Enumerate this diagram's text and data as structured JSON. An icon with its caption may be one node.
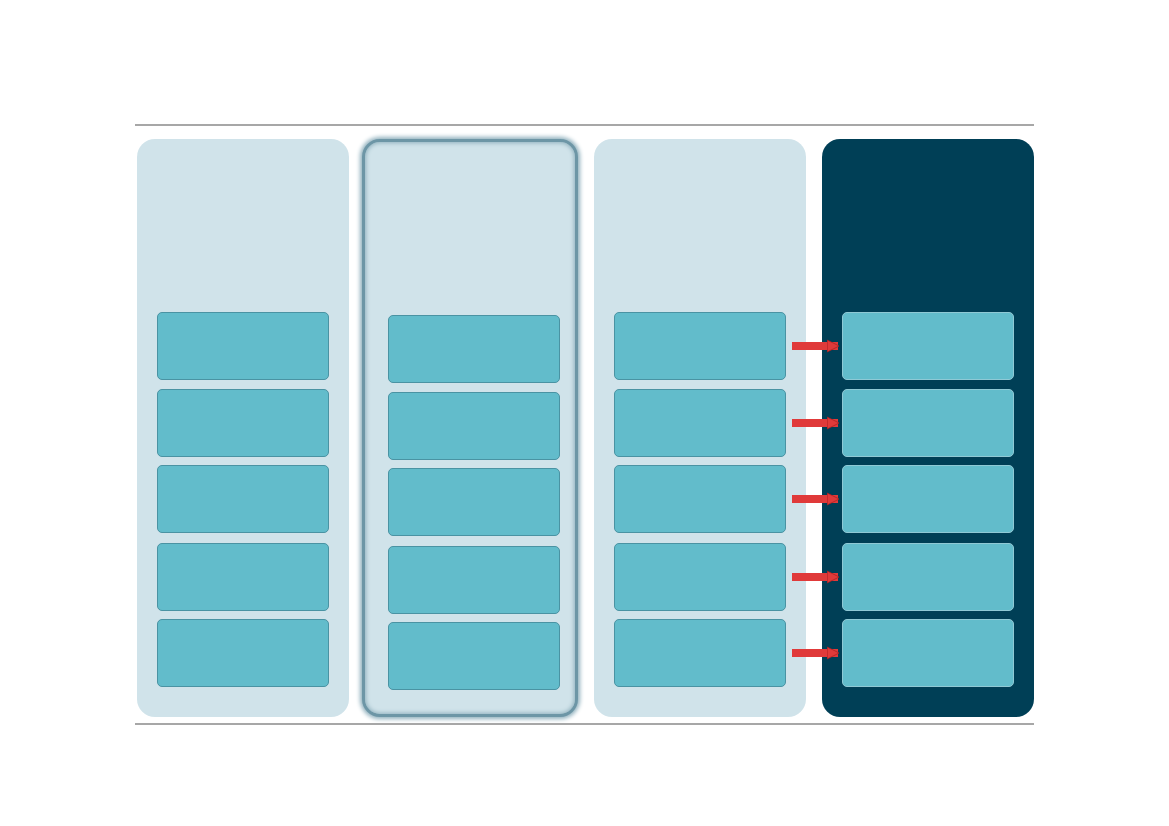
{
  "diagram": {
    "nodes": [
      {
        "text": [],
        "shape": "box"
      },
      {
        "text": [],
        "shape": "box",
        "in": 0
      },
      {
        "text": [],
        "shape": "box",
        "in": 0
      },
      {
        "text": [],
        "shape": "box",
        "in": 0
      },
      {
        "text": [],
        "shape": "box",
        "in": 0
      },
      {
        "text": [],
        "shape": "box",
        "in": 0
      },
      {
        "text": [],
        "shape": "box"
      },
      {
        "text": [],
        "shape": "box",
        "in": 6
      },
      {
        "text": [],
        "shape": "box",
        "in": 6
      },
      {
        "text": [],
        "shape": "box",
        "in": 6
      },
      {
        "text": [],
        "shape": "box",
        "in": 6
      },
      {
        "text": [],
        "shape": "box",
        "in": 6
      },
      {
        "text": [],
        "shape": "box"
      },
      {
        "text": [],
        "shape": "box",
        "in": 12
      },
      {
        "text": [],
        "shape": "box",
        "in": 12
      },
      {
        "text": [],
        "shape": "box",
        "in": 12
      },
      {
        "text": [],
        "shape": "box",
        "in": 12
      },
      {
        "text": [],
        "shape": "box",
        "in": 12
      },
      {
        "text": [],
        "shape": "box"
      },
      {
        "text": [],
        "shape": "box",
        "in": 18
      },
      {
        "text": [],
        "shape": "box",
        "in": 18
      },
      {
        "text": [],
        "shape": "box",
        "in": 18
      },
      {
        "text": [],
        "shape": "box",
        "in": 18
      },
      {
        "text": [],
        "shape": "box",
        "in": 18
      }
    ],
    "edges": [
      {
        "from": 13,
        "to": 19,
        "arrow": "to"
      },
      {
        "from": 14,
        "to": 20,
        "arrow": "to"
      },
      {
        "from": 15,
        "to": 21,
        "arrow": "to"
      },
      {
        "from": 16,
        "to": 22,
        "arrow": "to"
      },
      {
        "from": 17,
        "to": 23,
        "arrow": "to"
      }
    ]
  }
}
